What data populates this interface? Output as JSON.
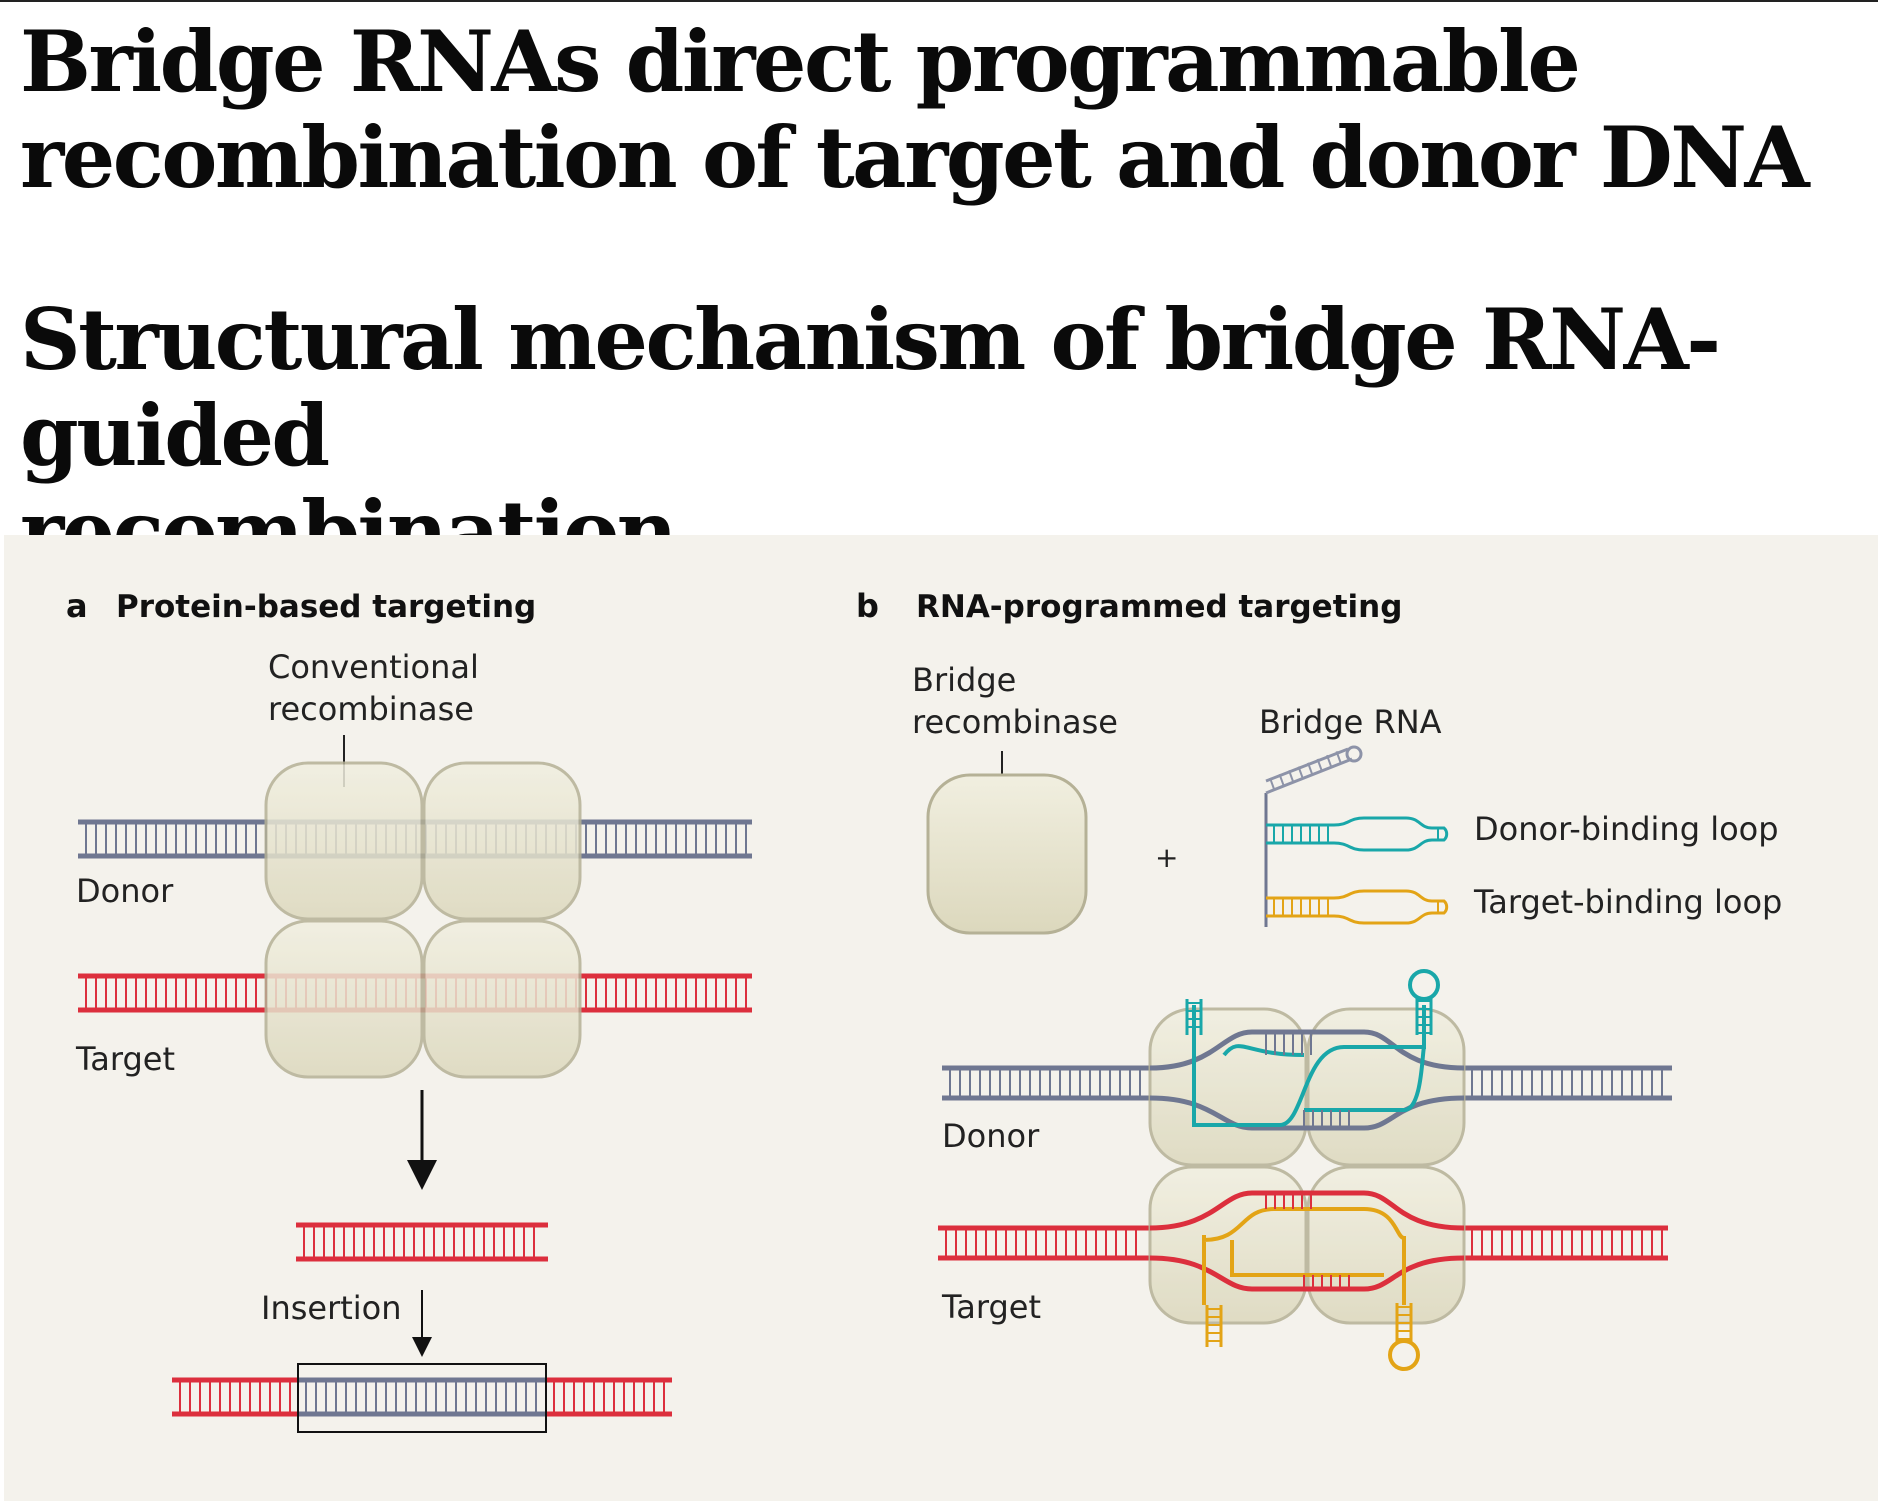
{
  "headlines": {
    "first": {
      "line1": "Bridge RNAs direct programmable",
      "line2": "recombination of target and donor DNA"
    },
    "second": {
      "line1": "Structural mechanism of bridge RNA-guided",
      "line2": "recombination"
    }
  },
  "figure": {
    "panel_a": {
      "letter": "a",
      "title": "Protein-based targeting",
      "recombinase_label_line1": "Conventional",
      "recombinase_label_line2": "recombinase",
      "donor_label": "Donor",
      "target_label": "Target",
      "insertion_label": "Insertion"
    },
    "panel_b": {
      "letter": "b",
      "title": "RNA-programmed targeting",
      "recombinase_label_line1": "Bridge",
      "recombinase_label_line2": "recombinase",
      "plus": "+",
      "bridge_rna_label": "Bridge RNA",
      "donor_loop_label": "Donor-binding loop",
      "target_loop_label": "Target-binding loop",
      "donor_label": "Donor",
      "target_label": "Target"
    },
    "colors": {
      "background": "#f4f2ec",
      "donor_dna": "#6f7791",
      "target_dna": "#dc2f3d",
      "donor_loop": "#19a7a9",
      "target_loop": "#e3a416",
      "protein_fill": "#e7e4cf",
      "protein_stroke": "#b5b196"
    }
  }
}
